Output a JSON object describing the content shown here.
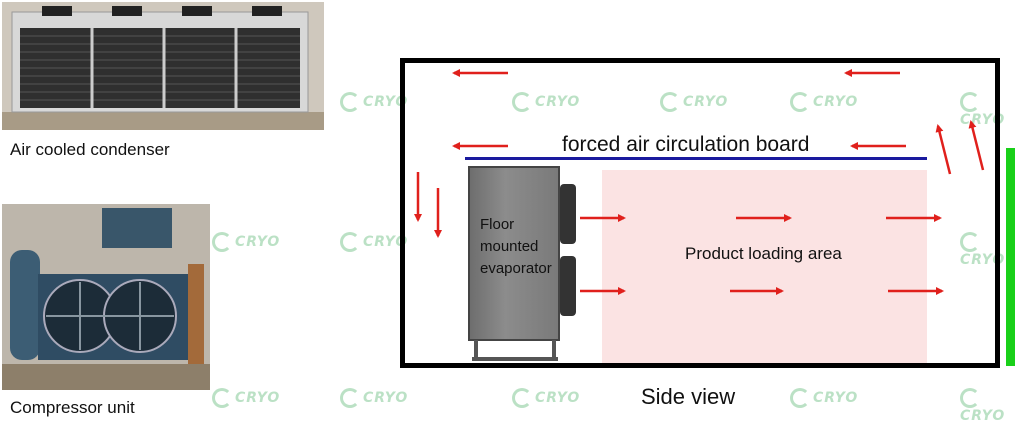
{
  "photos": {
    "condenser_caption": "Air cooled condenser",
    "compressor_caption": "Compressor unit"
  },
  "diagram": {
    "board_label": "forced air circulation board",
    "evaporator_label_lines": [
      "Floor",
      "mounted",
      "evaporator"
    ],
    "loading_area_label": "Product loading area",
    "view_label": "Side view"
  },
  "watermark_text": "CRYO",
  "colors": {
    "arrow": "#e0201c",
    "board": "#1a1a9e",
    "door": "#19d019",
    "loading_area": "#fbe3e3"
  }
}
